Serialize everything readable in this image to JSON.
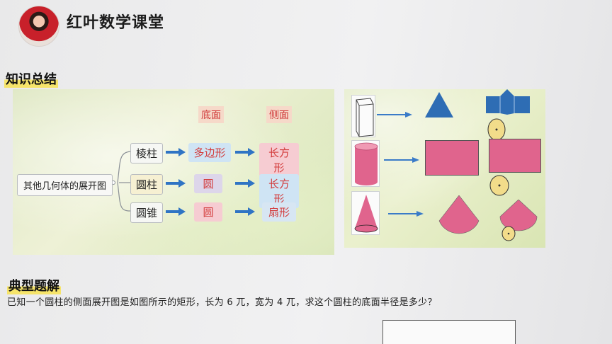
{
  "header": {
    "brand": "红叶数学课堂"
  },
  "section1": {
    "title": "知识总结"
  },
  "mindmap": {
    "col_headers": {
      "base": "底面",
      "side": "侧面"
    },
    "root": "其他几何体的展开图",
    "rows": [
      {
        "solid": "棱柱",
        "base": "多边形",
        "side": "长方形"
      },
      {
        "solid": "圆柱",
        "base": "圆",
        "side": "长方形"
      },
      {
        "solid": "圆锥",
        "base": "圆",
        "side": "扇形"
      }
    ]
  },
  "nets": {
    "colors": {
      "fill": "#e0648d",
      "blue": "#2e6db4",
      "arrow": "#3a7bc8",
      "circle": "#f2dc8a"
    },
    "items": [
      "triangular-prism",
      "cylinder",
      "cone"
    ]
  },
  "section2": {
    "title": "典型题解"
  },
  "question": {
    "text": "已知一个圆柱的侧面展开图是如图所示的矩形，长为 6 兀，宽为 4 兀，求这个圆柱的底面半径是多少？"
  }
}
